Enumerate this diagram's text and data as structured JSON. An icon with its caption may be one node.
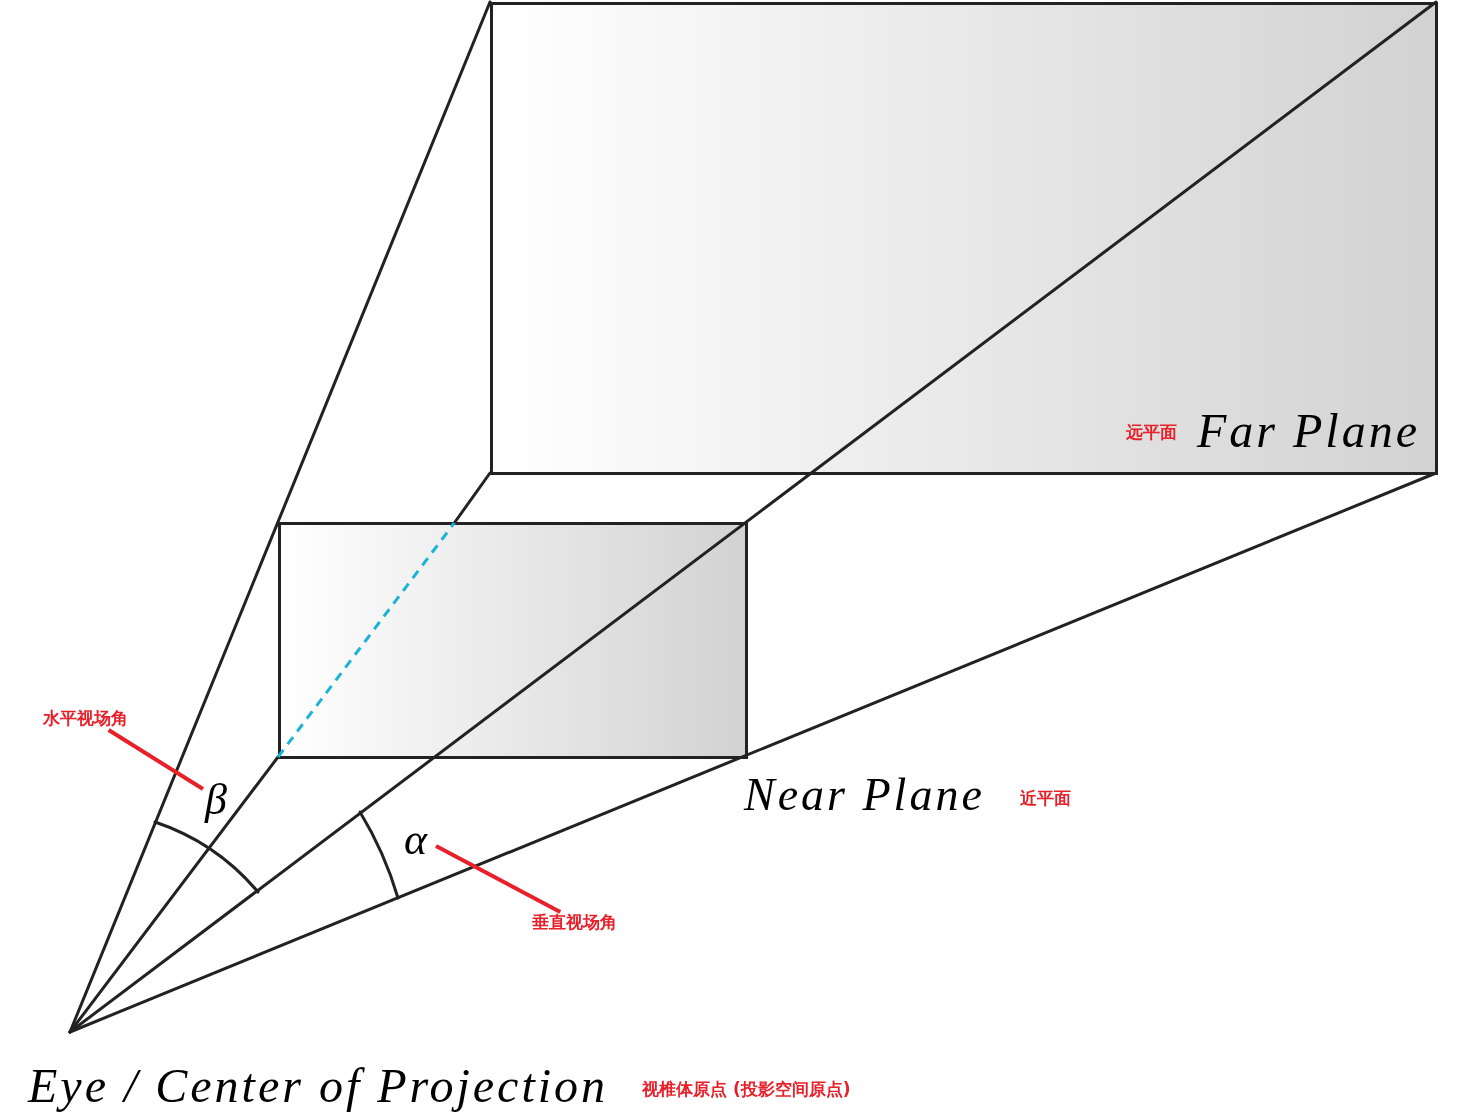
{
  "diagram": {
    "nodes": [
      {
        "text": [
          "远平面",
          "Far Plane"
        ]
      },
      {
        "text": [
          "Near Plane"
        ]
      },
      {
        "text": [
          "Eye / Center of Projection"
        ],
        "beside": [
          "视椎体原点 (投影空间原点)"
        ]
      },
      {
        "text": [
          "水平视场角"
        ]
      },
      {
        "text": [
          "β"
        ]
      },
      {
        "text": [
          "垂直视场角"
        ]
      },
      {
        "text": [
          "α"
        ]
      }
    ],
    "edges": [
      {
        "from": 3,
        "to": 4,
        "arrow": "none"
      },
      {
        "from": 5,
        "to": 6,
        "arrow": "none"
      }
    ],
    "labels": [
      "近平面"
    ]
  }
}
